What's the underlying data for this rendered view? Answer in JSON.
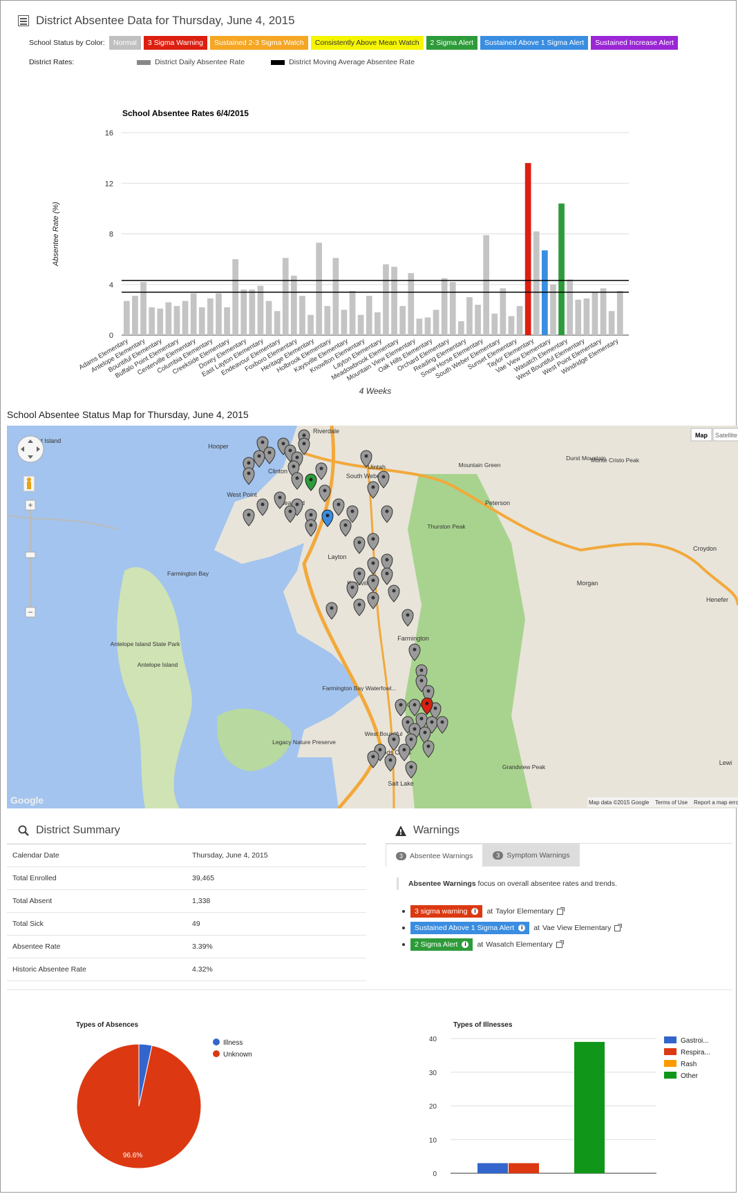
{
  "header": {
    "title": "District Absentee Data for Thursday, June 4, 2015"
  },
  "status_legend": {
    "label": "School Status by Color:",
    "items": [
      {
        "label": "Normal",
        "color": "#c0c0c0"
      },
      {
        "label": "3 Sigma Warning",
        "color": "#dc1f10"
      },
      {
        "label": "Sustained 2-3 Sigma Watch",
        "color": "#f5a623"
      },
      {
        "label": "Consistently Above Mean Watch",
        "color": "#f5f500"
      },
      {
        "label": "2 Sigma Alert",
        "color": "#2e9b3a"
      },
      {
        "label": "Sustained Above 1 Sigma Alert",
        "color": "#3a8de0"
      },
      {
        "label": "Sustained Increase Alert",
        "color": "#9b26d6"
      }
    ]
  },
  "rates_legend": {
    "label": "District Rates:",
    "items": [
      {
        "label": "District Daily Absentee Rate",
        "color": "#888888"
      },
      {
        "label": "District Moving Average Absentee Rate",
        "color": "#000000"
      }
    ]
  },
  "chart_data": [
    {
      "type": "bar",
      "title": "School Absentee Rates 6/4/2015",
      "xlabel": "4 Weeks",
      "ylabel": "Absentee Rate (%)",
      "ylim": [
        0,
        16
      ],
      "yticks": [
        0,
        4,
        8,
        12,
        16
      ],
      "categories": [
        "Adams Elementary",
        "Antelope Elementary",
        "Bountiful Elementary",
        "Buffalo Point Elementary",
        "Centerville Elementary",
        "Columbia Elementary",
        "Creekside Elementary",
        "Doxey Elementary",
        "East Layton Elementary",
        "Endeavour Elementary",
        "Foxboro Elementary",
        "Heritage Elementary",
        "Holbrook Elementary",
        "Kaysville Elementary",
        "Knowlton Elementary",
        "Layton Elementary",
        "Meadowbrook Elementary",
        "Mountain View Elementary",
        "Oak Hills Elementary",
        "Orchard Elementary",
        "Reading Elementary",
        "Snow Horse Elementary",
        "South Weber Elementary",
        "Sunset Elementary",
        "Taylor Elementary",
        "Vae View Elementary",
        "Wasatch Elementary",
        "West Bountiful Elementary",
        "West Point Elementary",
        "Windridge Elementary"
      ],
      "values": [
        2.7,
        3.1,
        4.2,
        2.2,
        2.1,
        2.6,
        2.3,
        2.7,
        3.3,
        2.2,
        2.9,
        3.3,
        2.2,
        6.0,
        3.6,
        3.6,
        3.9,
        2.7,
        1.9,
        6.1,
        4.7,
        3.1,
        1.6,
        7.3,
        2.3,
        6.1,
        2.0,
        3.5,
        1.6,
        3.1,
        1.8,
        5.6,
        5.4,
        2.3,
        4.9,
        1.3,
        1.4,
        2.0,
        4.5,
        4.2,
        1.1,
        3.0,
        2.4,
        7.9,
        1.7,
        3.7,
        1.5,
        2.3,
        13.6,
        8.2,
        6.7,
        4.0,
        10.4,
        4.4,
        2.8,
        2.9,
        3.4,
        3.7,
        1.9,
        3.5
      ],
      "colors": {
        "48": "#dc1f10",
        "50": "#3a8de0",
        "52": "#2e9b3a"
      },
      "reference_lines": [
        {
          "name": "District Moving Average Absentee Rate",
          "value": 4.32
        },
        {
          "name": "District Daily Absentee Rate",
          "value": 3.39
        }
      ]
    },
    {
      "type": "pie",
      "title": "Types of Absences",
      "labels": [
        "Illness",
        "Unknown"
      ],
      "values": [
        3.4,
        96.6
      ],
      "colors": [
        "#3366cc",
        "#dc3912"
      ],
      "slice_label": "96.6%"
    },
    {
      "type": "bar",
      "title": "Types of Illnesses",
      "categories": [
        "Gastroi...",
        "Respira...",
        "Rash",
        "Other"
      ],
      "values": [
        3,
        3,
        0,
        39
      ],
      "colors": [
        "#3366cc",
        "#dc3912",
        "#ff9900",
        "#109618"
      ],
      "ylim": [
        0,
        40
      ],
      "yticks": [
        0,
        10,
        20,
        30,
        40
      ]
    }
  ],
  "map": {
    "title": "School Absentee Status Map for Thursday, June 4, 2015",
    "type_buttons": [
      "Map",
      "Satellite"
    ],
    "attribution": "Map data ©2015 Google",
    "terms": "Terms of Use",
    "report": "Report a map erro",
    "logo": "Google",
    "labels": [
      "Riverdale",
      "Hooper",
      "Uintah",
      "South Weber",
      "Mountain Green",
      "Clinton",
      "West Point",
      "Clearfield",
      "Peterson",
      "Layton",
      "Kaysville",
      "Farmington",
      "Centerville",
      "West Bountiful",
      "Woods Cross",
      "Salt Lake",
      "Morgan",
      "Croydon",
      "Henefer",
      "Antelope Island",
      "Antelope Island State Park",
      "Farmington Bay",
      "Thurston Peak",
      "Durst Mountain",
      "Monte Cristo Peak",
      "Grandview Peak",
      "Farmington Bay Waterfowl...",
      "Legacy Nature Preserve",
      "Lewi",
      "mont Island"
    ]
  },
  "summary": {
    "title": "District Summary",
    "rows": [
      {
        "k": "Calendar Date",
        "v": "Thursday, June 4, 2015"
      },
      {
        "k": "Total Enrolled",
        "v": "39,465"
      },
      {
        "k": "Total Absent",
        "v": "1,338"
      },
      {
        "k": "Total Sick",
        "v": "49"
      },
      {
        "k": "Absentee Rate",
        "v": "3.39%"
      },
      {
        "k": "Historic Absentee Rate",
        "v": "4.32%"
      }
    ]
  },
  "warnings": {
    "title": "Warnings",
    "tabs": [
      {
        "count": "3",
        "label": "Absentee Warnings"
      },
      {
        "count": "3",
        "label": "Symptom Warnings"
      }
    ],
    "note_bold": "Absentee Warnings",
    "note_rest": " focus on overall absentee rates and trends.",
    "items": [
      {
        "badge": "3 sigma warning",
        "color": "#dc3912",
        "school": "Taylor Elementary"
      },
      {
        "badge": "Sustained Above 1 Sigma Alert",
        "color": "#3a8de0",
        "school": "Vae View Elementary"
      },
      {
        "badge": "2 Sigma Alert",
        "color": "#2e9b3a",
        "school": "Wasatch Elementary"
      }
    ],
    "at": "at"
  }
}
